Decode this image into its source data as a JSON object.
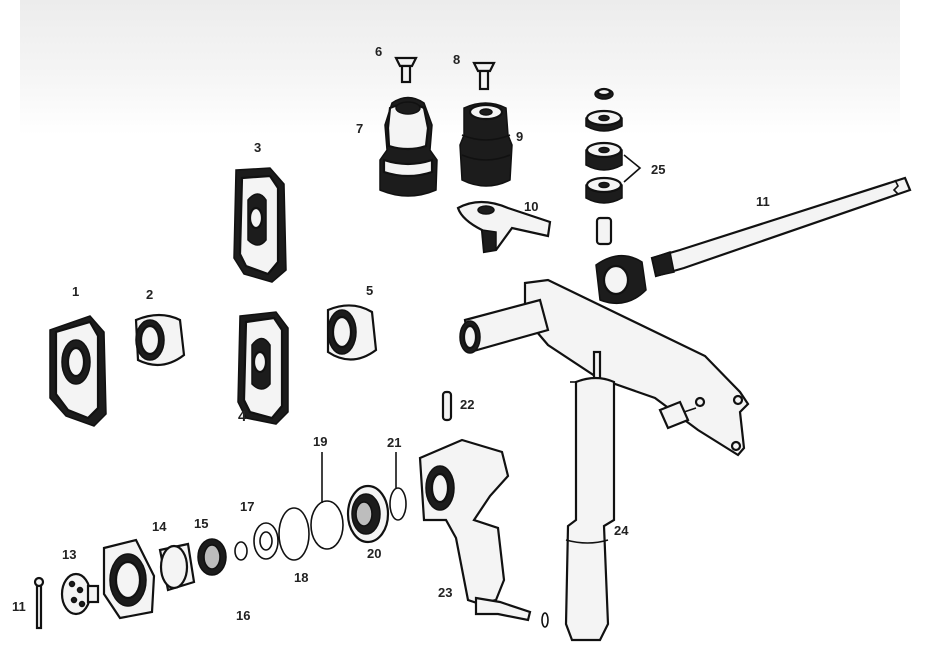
{
  "labels": {
    "p1": "1",
    "p2": "2",
    "p3": "3",
    "p4": "4",
    "p5": "5",
    "p6": "6",
    "p7": "7",
    "p8": "8",
    "p9": "9",
    "p10": "10",
    "p11a": "11",
    "p11b": "11",
    "p13": "13",
    "p14": "14",
    "p15": "15",
    "p16": "16",
    "p17": "17",
    "p18": "18",
    "p19": "19",
    "p20": "20",
    "p21": "21",
    "p22": "22",
    "p23": "23",
    "p24": "24",
    "p25": "25"
  }
}
